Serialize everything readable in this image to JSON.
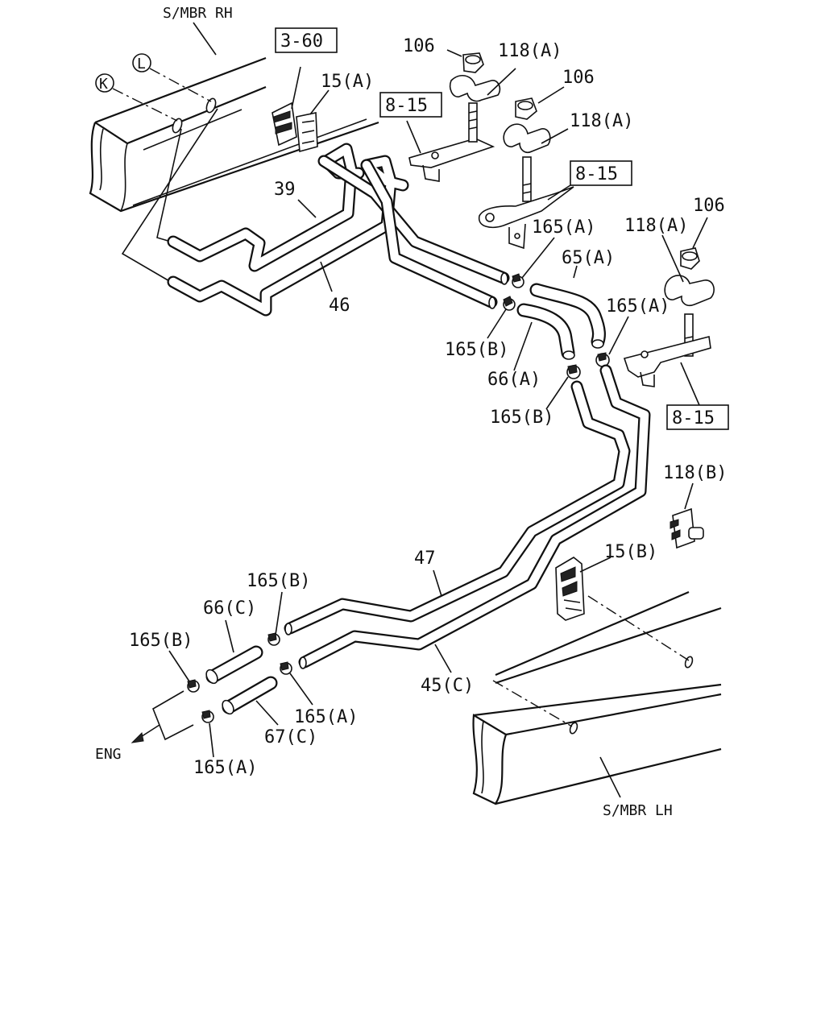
{
  "diagram": {
    "labels": {
      "smbr_rh": "S/MBR RH",
      "smbr_lh": "S/MBR LH",
      "eng": "ENG",
      "circle_k": "K",
      "circle_l": "L",
      "ref_3_60": "3-60",
      "ref_8_15_a": "8-15",
      "ref_8_15_b": "8-15",
      "ref_8_15_c": "8-15",
      "p106_a": "106",
      "p106_b": "106",
      "p106_c": "106",
      "p118a_a": "118(A)",
      "p118a_b": "118(A)",
      "p118a_c": "118(A)",
      "p118b": "118(B)",
      "p15a": "15(A)",
      "p15b": "15(B)",
      "p39": "39",
      "p46": "46",
      "p47": "47",
      "p45c": "45(C)",
      "p65a": "65(A)",
      "p66a": "66(A)",
      "p66c": "66(C)",
      "p67c": "67(C)",
      "p165a_1": "165(A)",
      "p165a_2": "165(A)",
      "p165a_3": "165(A)",
      "p165a_4": "165(A)",
      "p165b_1": "165(B)",
      "p165b_2": "165(B)",
      "p165b_3": "165(B)",
      "p165b_4": "165(B)"
    }
  }
}
